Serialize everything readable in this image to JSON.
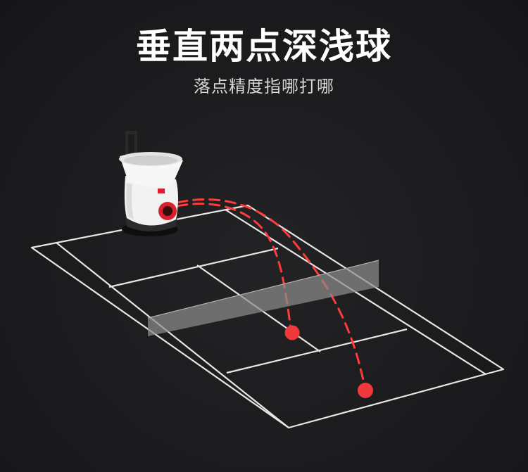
{
  "header": {
    "title": "垂直两点深浅球",
    "subtitle": "落点精度指哪打哪"
  },
  "colors": {
    "background": "#1b1b1d",
    "court_lines": "#e6e6e6",
    "trajectory": "#ff3b3b",
    "ball": "#f0393c",
    "net": "#8c8c8c",
    "machine_body": "#f2f2f2",
    "machine_accent": "#d8202a"
  },
  "scene": {
    "machine_icon": "tennis-ball-machine",
    "trajectories": [
      "short",
      "deep"
    ],
    "ball_icon": "tennis-ball"
  }
}
